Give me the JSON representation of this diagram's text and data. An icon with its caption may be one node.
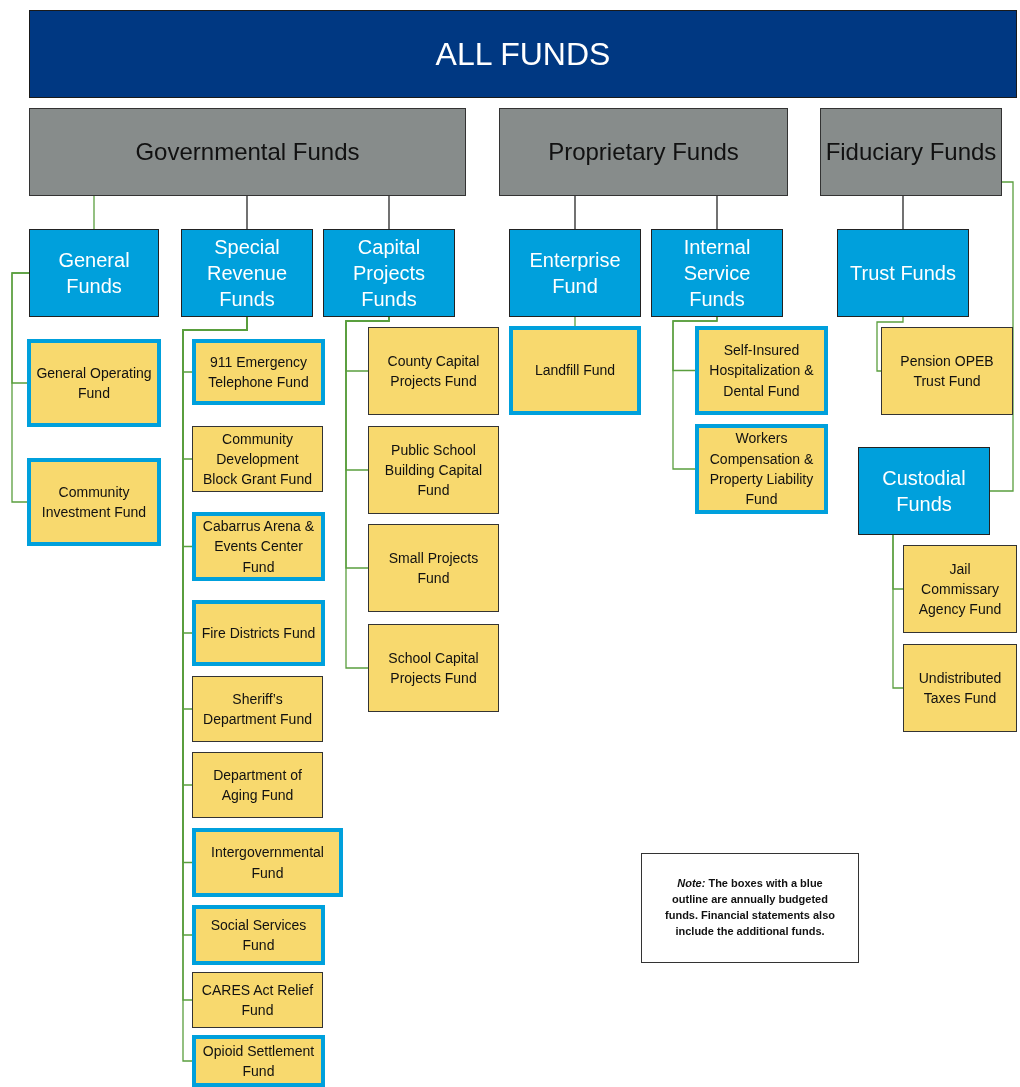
{
  "diagram": {
    "nodes": [
      {
        "text": [
          "ALL FUNDS"
        ]
      },
      {
        "text": [
          "Governmental Funds"
        ]
      },
      {
        "text": [
          "Proprietary Funds"
        ]
      },
      {
        "text": [
          "Fiduciary Funds"
        ]
      },
      {
        "text": [
          "General Funds"
        ]
      },
      {
        "text": [
          "Special Revenue Funds"
        ]
      },
      {
        "text": [
          "Capital Projects Funds"
        ]
      },
      {
        "text": [
          "Enterprise Fund"
        ]
      },
      {
        "text": [
          "Internal Service Funds"
        ]
      },
      {
        "text": [
          "Trust Funds"
        ]
      },
      {
        "text": [
          "Custodial Funds"
        ]
      },
      {
        "text": [
          "General Operating Fund"
        ]
      },
      {
        "text": [
          "Community Investment Fund"
        ]
      },
      {
        "text": [
          "911 Emergency Telephone Fund"
        ]
      },
      {
        "text": [
          "Community Development Block Grant Fund"
        ]
      },
      {
        "text": [
          "Cabarrus Arena & Events Center Fund"
        ]
      },
      {
        "text": [
          "Fire Districts Fund"
        ]
      },
      {
        "text": [
          "Sheriff’s Department Fund"
        ]
      },
      {
        "text": [
          "Department of Aging Fund"
        ]
      },
      {
        "text": [
          "Intergovernmental Fund"
        ]
      },
      {
        "text": [
          "Social Services Fund"
        ]
      },
      {
        "text": [
          "CARES Act Relief Fund"
        ]
      },
      {
        "text": [
          "Opioid Settlement Fund"
        ]
      },
      {
        "text": [
          "County Capital Projects Fund"
        ]
      },
      {
        "text": [
          "Public School Building Capital Fund"
        ]
      },
      {
        "text": [
          "Small Projects Fund"
        ]
      },
      {
        "text": [
          "School Capital Projects Fund"
        ]
      },
      {
        "text": [
          "Landfill Fund"
        ]
      },
      {
        "text": [
          "Self-Insured Hospitalization & Dental Fund"
        ]
      },
      {
        "text": [
          "Workers Compensation & Property Liability Fund"
        ]
      },
      {
        "text": [
          "Pension OPEB Trust Fund"
        ]
      },
      {
        "text": [
          "Jail Commissary Agency Fund"
        ]
      },
      {
        "text": [
          "Undistributed Taxes Fund"
        ]
      },
      {
        "text": [
          "*Note:* The boxes with a blue outline are annually budgeted funds. Financial statements also include the additional funds."
        ]
      }
    ],
    "edges": [
      {
        "from": 1,
        "to": 4,
        "arrow": "none"
      },
      {
        "from": 1,
        "to": 5,
        "arrow": "none",
        "color": "#262626"
      },
      {
        "from": 1,
        "to": 6,
        "arrow": "none",
        "color": "#262626"
      },
      {
        "from": 2,
        "to": 7,
        "arrow": "none",
        "color": "#262626"
      },
      {
        "from": 2,
        "to": 8,
        "arrow": "none",
        "color": "#262626"
      },
      {
        "from": 3,
        "to": 9,
        "arrow": "none",
        "color": "#262626"
      },
      {
        "from": 3,
        "to": 10,
        "arrow": "none"
      },
      {
        "from": 4,
        "to": 11,
        "arrow": "none"
      },
      {
        "from": 4,
        "to": 12,
        "arrow": "none"
      },
      {
        "from": 5,
        "to": 13,
        "arrow": "none"
      },
      {
        "from": 5,
        "to": 14,
        "arrow": "none"
      },
      {
        "from": 5,
        "to": 15,
        "arrow": "none"
      },
      {
        "from": 5,
        "to": 16,
        "arrow": "none"
      },
      {
        "from": 5,
        "to": 17,
        "arrow": "none"
      },
      {
        "from": 5,
        "to": 18,
        "arrow": "none"
      },
      {
        "from": 5,
        "to": 19,
        "arrow": "none"
      },
      {
        "from": 5,
        "to": 20,
        "arrow": "none"
      },
      {
        "from": 5,
        "to": 21,
        "arrow": "none"
      },
      {
        "from": 5,
        "to": 22,
        "arrow": "none"
      },
      {
        "from": 6,
        "to": 23,
        "arrow": "none"
      },
      {
        "from": 6,
        "to": 24,
        "arrow": "none"
      },
      {
        "from": 6,
        "to": 25,
        "arrow": "none"
      },
      {
        "from": 6,
        "to": 26,
        "arrow": "none"
      },
      {
        "from": 7,
        "to": 27,
        "arrow": "none"
      },
      {
        "from": 8,
        "to": 28,
        "arrow": "none"
      },
      {
        "from": 8,
        "to": 29,
        "arrow": "none"
      },
      {
        "from": 9,
        "to": 30,
        "arrow": "none"
      },
      {
        "from": 10,
        "to": 31,
        "arrow": "none"
      },
      {
        "from": 10,
        "to": 32,
        "arrow": "none"
      }
    ]
  }
}
